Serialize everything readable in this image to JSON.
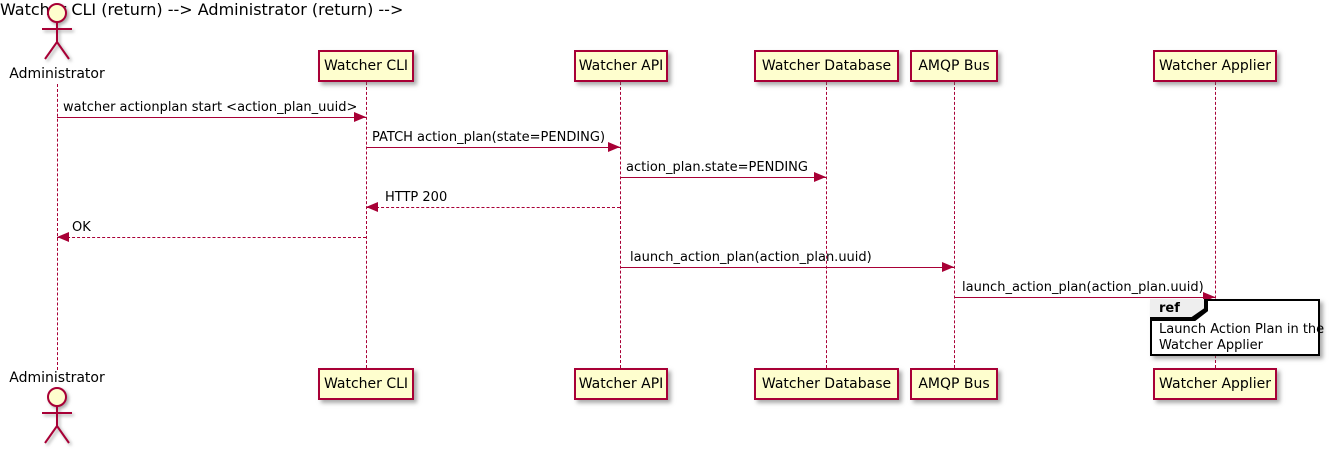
{
  "diagram": {
    "type": "sequence",
    "colors": {
      "accent": "#A80036",
      "participant_fill": "#FEFECE",
      "ref_header_fill": "#EEEEEE",
      "ref_border": "#000000",
      "background": "#FFFFFF",
      "text": "#000000"
    },
    "actor": {
      "label": "Administrator"
    },
    "participants": [
      {
        "label": "Watcher CLI"
      },
      {
        "label": "Watcher API"
      },
      {
        "label": "Watcher Database"
      },
      {
        "label": "AMQP Bus"
      },
      {
        "label": "Watcher Applier"
      }
    ],
    "messages": [
      {
        "label": "watcher actionplan start <action_plan_uuid>",
        "from": "Administrator",
        "to": "Watcher CLI",
        "style": "solid",
        "direction": "right"
      },
      {
        "label": "PATCH action_plan(state=PENDING)",
        "from": "Watcher CLI",
        "to": "Watcher API",
        "style": "solid",
        "direction": "right"
      },
      {
        "label": "action_plan.state=PENDING",
        "from": "Watcher API",
        "to": "Watcher Database",
        "style": "solid",
        "direction": "right"
      },
      {
        "label": "HTTP 200",
        "from": "Watcher API",
        "to": "Watcher CLI",
        "style": "dashed",
        "direction": "left"
      },
      {
        "label": "OK",
        "from": "Watcher CLI",
        "to": "Administrator",
        "style": "dashed",
        "direction": "left"
      },
      {
        "label": "launch_action_plan(action_plan.uuid)",
        "from": "Watcher API",
        "to": "AMQP Bus",
        "style": "solid",
        "direction": "right"
      },
      {
        "label": "launch_action_plan(action_plan.uuid)",
        "from": "AMQP Bus",
        "to": "Watcher Applier",
        "style": "solid",
        "direction": "right"
      }
    ],
    "ref": {
      "keyword": "ref",
      "line1": "Launch Action Plan in the",
      "line2": "Watcher Applier"
    }
  }
}
